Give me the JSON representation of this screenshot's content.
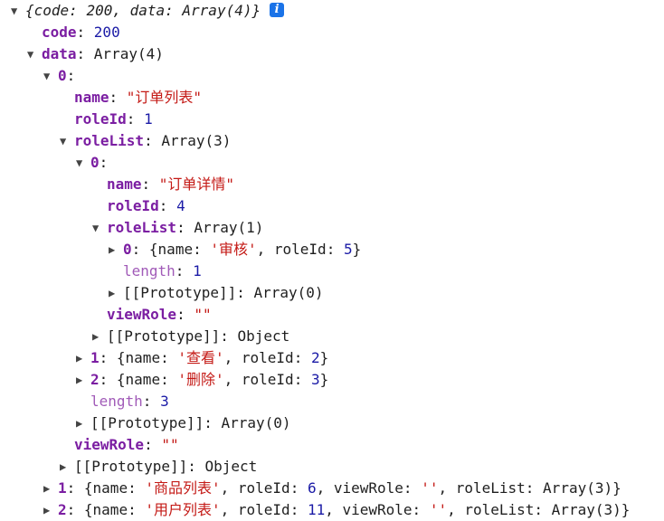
{
  "icons": {
    "expanded": "▼",
    "collapsed": "▶",
    "info": "i"
  },
  "rows": [
    {
      "expanded": true,
      "parts": [
        {
          "c": "punc ital",
          "t": "{"
        },
        {
          "c": "ital",
          "t": "code"
        },
        {
          "c": "punc ital",
          "t": ": "
        },
        {
          "c": "ital",
          "t": "200"
        },
        {
          "c": "punc ital",
          "t": ", "
        },
        {
          "c": "ital",
          "t": "data"
        },
        {
          "c": "punc ital",
          "t": ": "
        },
        {
          "c": "ital",
          "t": "Array(4)"
        },
        {
          "c": "punc ital",
          "t": "}"
        }
      ],
      "info": true
    },
    {
      "parts": [
        {
          "c": "key",
          "t": "code"
        },
        {
          "c": "punc",
          "t": ": "
        },
        {
          "c": "num",
          "t": "200"
        }
      ]
    },
    {
      "expanded": true,
      "parts": [
        {
          "c": "key",
          "t": "data"
        },
        {
          "c": "punc",
          "t": ": "
        },
        {
          "c": "type",
          "t": "Array(4)"
        }
      ]
    },
    {
      "expanded": true,
      "parts": [
        {
          "c": "key",
          "t": "0"
        },
        {
          "c": "punc",
          "t": ":"
        }
      ]
    },
    {
      "parts": [
        {
          "c": "key",
          "t": "name"
        },
        {
          "c": "punc",
          "t": ": "
        },
        {
          "c": "str",
          "t": "\"订单列表\""
        }
      ]
    },
    {
      "parts": [
        {
          "c": "key",
          "t": "roleId"
        },
        {
          "c": "punc",
          "t": ": "
        },
        {
          "c": "num",
          "t": "1"
        }
      ]
    },
    {
      "expanded": true,
      "parts": [
        {
          "c": "key",
          "t": "roleList"
        },
        {
          "c": "punc",
          "t": ": "
        },
        {
          "c": "type",
          "t": "Array(3)"
        }
      ]
    },
    {
      "expanded": true,
      "parts": [
        {
          "c": "key",
          "t": "0"
        },
        {
          "c": "punc",
          "t": ":"
        }
      ]
    },
    {
      "parts": [
        {
          "c": "key",
          "t": "name"
        },
        {
          "c": "punc",
          "t": ": "
        },
        {
          "c": "str",
          "t": "\"订单详情\""
        }
      ]
    },
    {
      "parts": [
        {
          "c": "key",
          "t": "roleId"
        },
        {
          "c": "punc",
          "t": ": "
        },
        {
          "c": "num",
          "t": "4"
        }
      ]
    },
    {
      "expanded": true,
      "parts": [
        {
          "c": "key",
          "t": "roleList"
        },
        {
          "c": "punc",
          "t": ": "
        },
        {
          "c": "type",
          "t": "Array(1)"
        }
      ]
    },
    {
      "expanded": false,
      "parts": [
        {
          "c": "key",
          "t": "0"
        },
        {
          "c": "punc",
          "t": ": {"
        },
        {
          "c": "punc",
          "t": "name: "
        },
        {
          "c": "str",
          "t": "'审核'"
        },
        {
          "c": "punc",
          "t": ", roleId: "
        },
        {
          "c": "num",
          "t": "5"
        },
        {
          "c": "punc",
          "t": "}"
        }
      ]
    },
    {
      "parts": [
        {
          "c": "key dim",
          "t": "length"
        },
        {
          "c": "punc",
          "t": ": "
        },
        {
          "c": "num",
          "t": "1"
        }
      ]
    },
    {
      "expanded": false,
      "parts": [
        {
          "c": "proto",
          "t": "[[Prototype]]"
        },
        {
          "c": "punc",
          "t": ": "
        },
        {
          "c": "type",
          "t": "Array(0)"
        }
      ]
    },
    {
      "parts": [
        {
          "c": "key",
          "t": "viewRole"
        },
        {
          "c": "punc",
          "t": ": "
        },
        {
          "c": "str",
          "t": "\"\""
        }
      ]
    },
    {
      "expanded": false,
      "parts": [
        {
          "c": "proto",
          "t": "[[Prototype]]"
        },
        {
          "c": "punc",
          "t": ": "
        },
        {
          "c": "type",
          "t": "Object"
        }
      ]
    },
    {
      "expanded": false,
      "parts": [
        {
          "c": "key",
          "t": "1"
        },
        {
          "c": "punc",
          "t": ": {name: "
        },
        {
          "c": "str",
          "t": "'查看'"
        },
        {
          "c": "punc",
          "t": ", roleId: "
        },
        {
          "c": "num",
          "t": "2"
        },
        {
          "c": "punc",
          "t": "}"
        }
      ]
    },
    {
      "expanded": false,
      "parts": [
        {
          "c": "key",
          "t": "2"
        },
        {
          "c": "punc",
          "t": ": {name: "
        },
        {
          "c": "str",
          "t": "'删除'"
        },
        {
          "c": "punc",
          "t": ", roleId: "
        },
        {
          "c": "num",
          "t": "3"
        },
        {
          "c": "punc",
          "t": "}"
        }
      ]
    },
    {
      "parts": [
        {
          "c": "key dim",
          "t": "length"
        },
        {
          "c": "punc",
          "t": ": "
        },
        {
          "c": "num",
          "t": "3"
        }
      ]
    },
    {
      "expanded": false,
      "parts": [
        {
          "c": "proto",
          "t": "[[Prototype]]"
        },
        {
          "c": "punc",
          "t": ": "
        },
        {
          "c": "type",
          "t": "Array(0)"
        }
      ]
    },
    {
      "parts": [
        {
          "c": "key",
          "t": "viewRole"
        },
        {
          "c": "punc",
          "t": ": "
        },
        {
          "c": "str",
          "t": "\"\""
        }
      ]
    },
    {
      "expanded": false,
      "parts": [
        {
          "c": "proto",
          "t": "[[Prototype]]"
        },
        {
          "c": "punc",
          "t": ": "
        },
        {
          "c": "type",
          "t": "Object"
        }
      ]
    },
    {
      "expanded": false,
      "parts": [
        {
          "c": "key",
          "t": "1"
        },
        {
          "c": "punc",
          "t": ": {name: "
        },
        {
          "c": "str",
          "t": "'商品列表'"
        },
        {
          "c": "punc",
          "t": ", roleId: "
        },
        {
          "c": "num",
          "t": "6"
        },
        {
          "c": "punc",
          "t": ", viewRole: "
        },
        {
          "c": "str",
          "t": "''"
        },
        {
          "c": "punc",
          "t": ", roleList: Array(3)}"
        }
      ]
    },
    {
      "expanded": false,
      "parts": [
        {
          "c": "key",
          "t": "2"
        },
        {
          "c": "punc",
          "t": ": {name: "
        },
        {
          "c": "str",
          "t": "'用户列表'"
        },
        {
          "c": "punc",
          "t": ", roleId: "
        },
        {
          "c": "num",
          "t": "11"
        },
        {
          "c": "punc",
          "t": ", viewRole: "
        },
        {
          "c": "str",
          "t": "''"
        },
        {
          "c": "punc",
          "t": ", roleList: Array(3)}"
        }
      ]
    }
  ]
}
